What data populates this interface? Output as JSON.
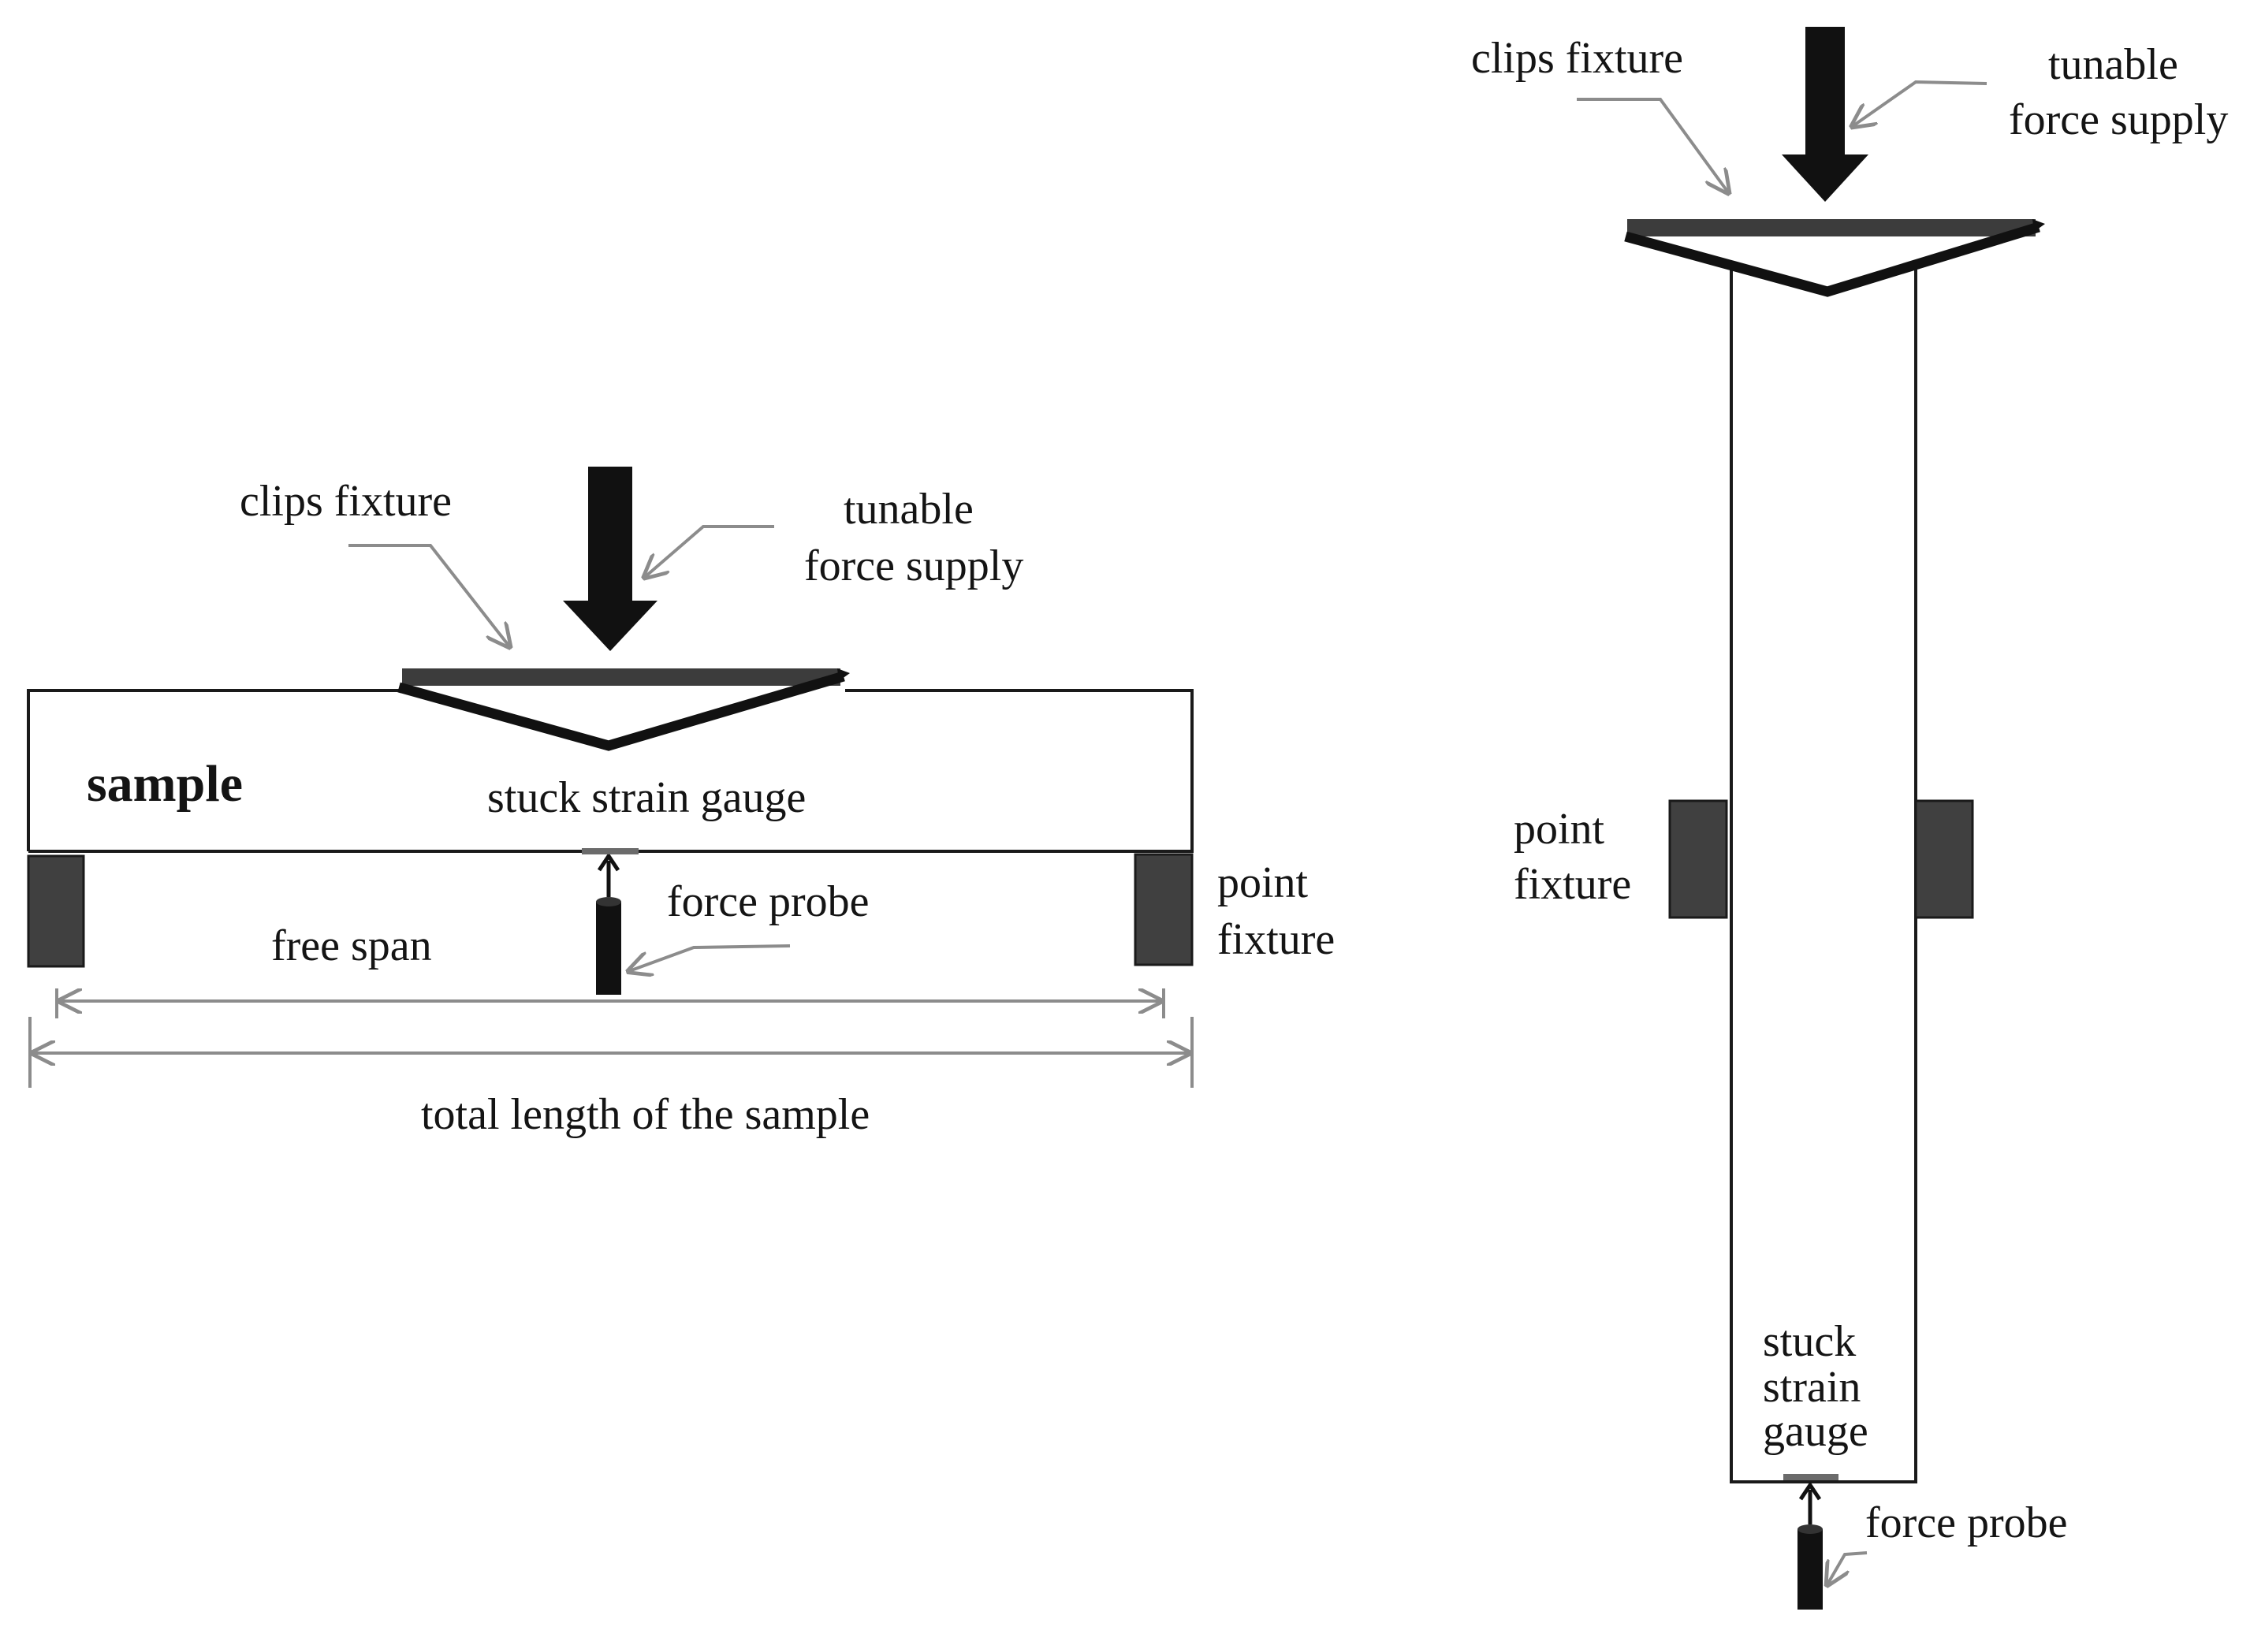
{
  "left_diagram": {
    "clips_fixture": "clips fixture",
    "tunable_line1": "tunable",
    "tunable_line2": "force supply",
    "sample": "sample",
    "stuck_strain_gauge": "stuck strain gauge",
    "force_probe": "force probe",
    "point_line1": "point",
    "point_line2": "fixture",
    "free_span": "free span",
    "total_length": "total length of the sample"
  },
  "right_diagram": {
    "clips_fixture": "clips fixture",
    "tunable_line1": "tunable",
    "tunable_line2": "force supply",
    "point_line1": "point",
    "point_line2": "fixture",
    "gauge_line1": "stuck",
    "gauge_line2": "strain",
    "gauge_line3": "gauge",
    "force_probe": "force probe"
  },
  "colors": {
    "ink": "#141414",
    "fixture_fill": "#404040",
    "leader_gray": "#8c8c8c"
  }
}
